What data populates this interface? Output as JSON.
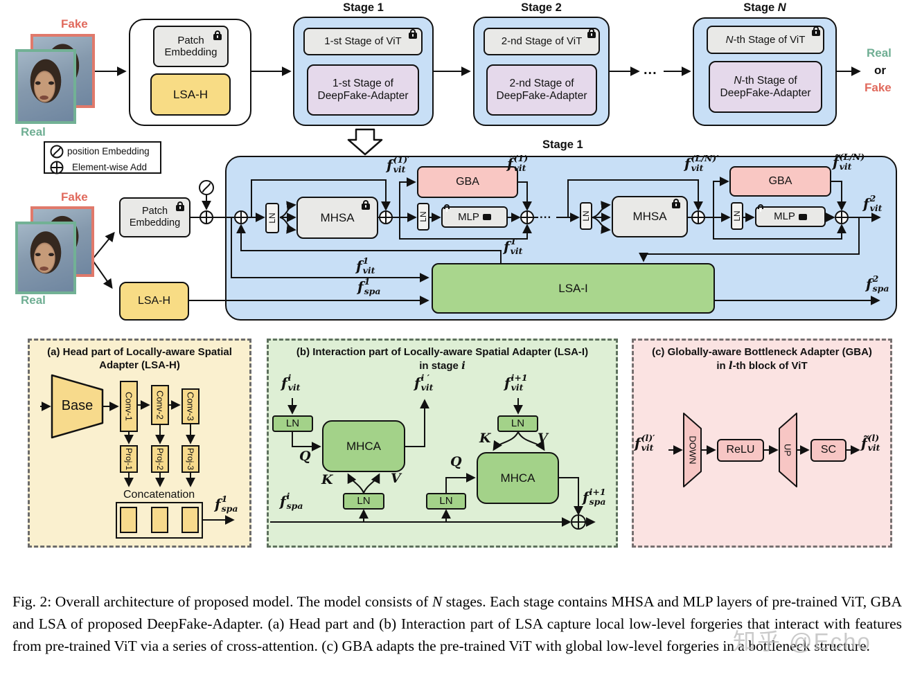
{
  "labels": {
    "fake": "Fake",
    "real": "Real",
    "or": "or",
    "patch1": "Patch",
    "patch2": "Embedding",
    "lsa_h": "LSA-H",
    "lsa_i": "LSA-I",
    "gba": "GBA",
    "ln": "LN",
    "mhsa": "MHSA",
    "mlp": "MLP",
    "mhca": "MHCA",
    "dots": "..."
  },
  "stages": {
    "st1": "Stage 1",
    "st2": "Stage 2",
    "stN_pre": "Stage ",
    "stN_n": "N",
    "s1_vit": "1-st Stage of ViT",
    "s2_vit": "2-nd Stage of ViT",
    "sN_n": "N",
    "sN_vit_rest": "-th Stage of ViT",
    "s1_ad1": "1-st Stage of",
    "s2_ad1": "2-nd Stage of",
    "sN_ad1_rest": "-th Stage of",
    "ad2": "DeepFake-Adapter",
    "detail_title": "Stage 1"
  },
  "legend": {
    "pos_label": "position Embedding",
    "add_label": "Element-wise Add"
  },
  "panel_a": {
    "t1": "(a) Head part of Locally-aware Spatial",
    "t2": "Adapter (LSA-H)",
    "base": "Base",
    "conv1": "Conv-1",
    "conv2": "Conv-2",
    "conv3": "Conv-3",
    "proj1": "Proj-1",
    "proj2": "Proj-2",
    "proj3": "Proj-3",
    "concat": "Concatenation"
  },
  "panel_b": {
    "t1": "(b) Interaction part of Locally-aware Spatial Adapter (LSA-I)",
    "t2_pre": "in stage ",
    "t2_i": "i",
    "q": "Q",
    "k": "K",
    "v": "V"
  },
  "panel_c": {
    "t1": "(c) Globally-aware Bottleneck Adapter (GBA)",
    "t2_pre": "in ",
    "t2_l": "l",
    "t2_post": "-th block of ViT",
    "down": "DOWN",
    "relu": "ReLU",
    "up": "UP",
    "sc": "SC"
  },
  "math": {
    "fvit1p": {
      "b": "f",
      "s": "vit",
      "p": "(1)′"
    },
    "fvit1t": {
      "b": "f̃",
      "s": "vit",
      "p": "(1)"
    },
    "fvitLNp": {
      "b": "f",
      "s": "vit",
      "p": "(L/N)′"
    },
    "fvitLNt": {
      "b": "f̃",
      "s": "vit",
      "p": "(L/N)"
    },
    "fvit2": {
      "b": "f",
      "s": "vit",
      "p": "2"
    },
    "fvit1": {
      "b": "f",
      "s": "vit",
      "p": "1"
    },
    "fvit1pr": {
      "b": "f",
      "s": "vit",
      "p": "1′"
    },
    "fspa1": {
      "b": "f",
      "s": "spa",
      "p": "1"
    },
    "fspa2": {
      "b": "f",
      "s": "spa",
      "p": "2"
    },
    "a_fspa1": {
      "b": "f",
      "s": "spa",
      "p": "1"
    },
    "b_fvi": {
      "b": "f",
      "s": "vit",
      "p": "i"
    },
    "b_fvip": {
      "b": "f",
      "s": "vit",
      "p": "i ′"
    },
    "b_fvi1": {
      "b": "f",
      "s": "vit",
      "p": "i+1"
    },
    "b_fspai": {
      "b": "f",
      "s": "spa",
      "p": "i"
    },
    "b_fspai1": {
      "b": "f",
      "s": "spa",
      "p": "i+1"
    },
    "c_fvlp": {
      "b": "f",
      "s": "vit",
      "p": "(l)′"
    },
    "c_fvlt": {
      "b": "f̃",
      "s": "vit",
      "p": "(l)"
    }
  },
  "caption": {
    "p1": "Fig. 2: Overall architecture of proposed model. The model consists of ",
    "n": "N",
    "p2": " stages. Each stage contains MHSA and MLP layers of pre-trained ViT, GBA and LSA of proposed DeepFake-Adapter. (a) Head part and (b) Interaction part of LSA capture local low-level forgeries that interact with features from pre-trained ViT via a series of cross-attention. (c) GBA adapts the pre-trained ViT with global low-level forgeries in a bottleneck structure."
  },
  "watermark": "知乎 @Echo",
  "colors": {
    "stage_blue": "#C8DFF6",
    "frozen_gray": "#E9E9E7",
    "adapter_purple": "#E5D9EB",
    "lsa_yellow": "#F8DC85",
    "panel_a_bg": "#FAF0CF",
    "lsa_green": "#A9D68D",
    "panel_b_bg": "#DEEFD5",
    "gba_pink": "#F9C7C3",
    "panel_c_bg": "#FBE3E2",
    "fake_red": "#E0695C",
    "real_green": "#6FAE93"
  }
}
